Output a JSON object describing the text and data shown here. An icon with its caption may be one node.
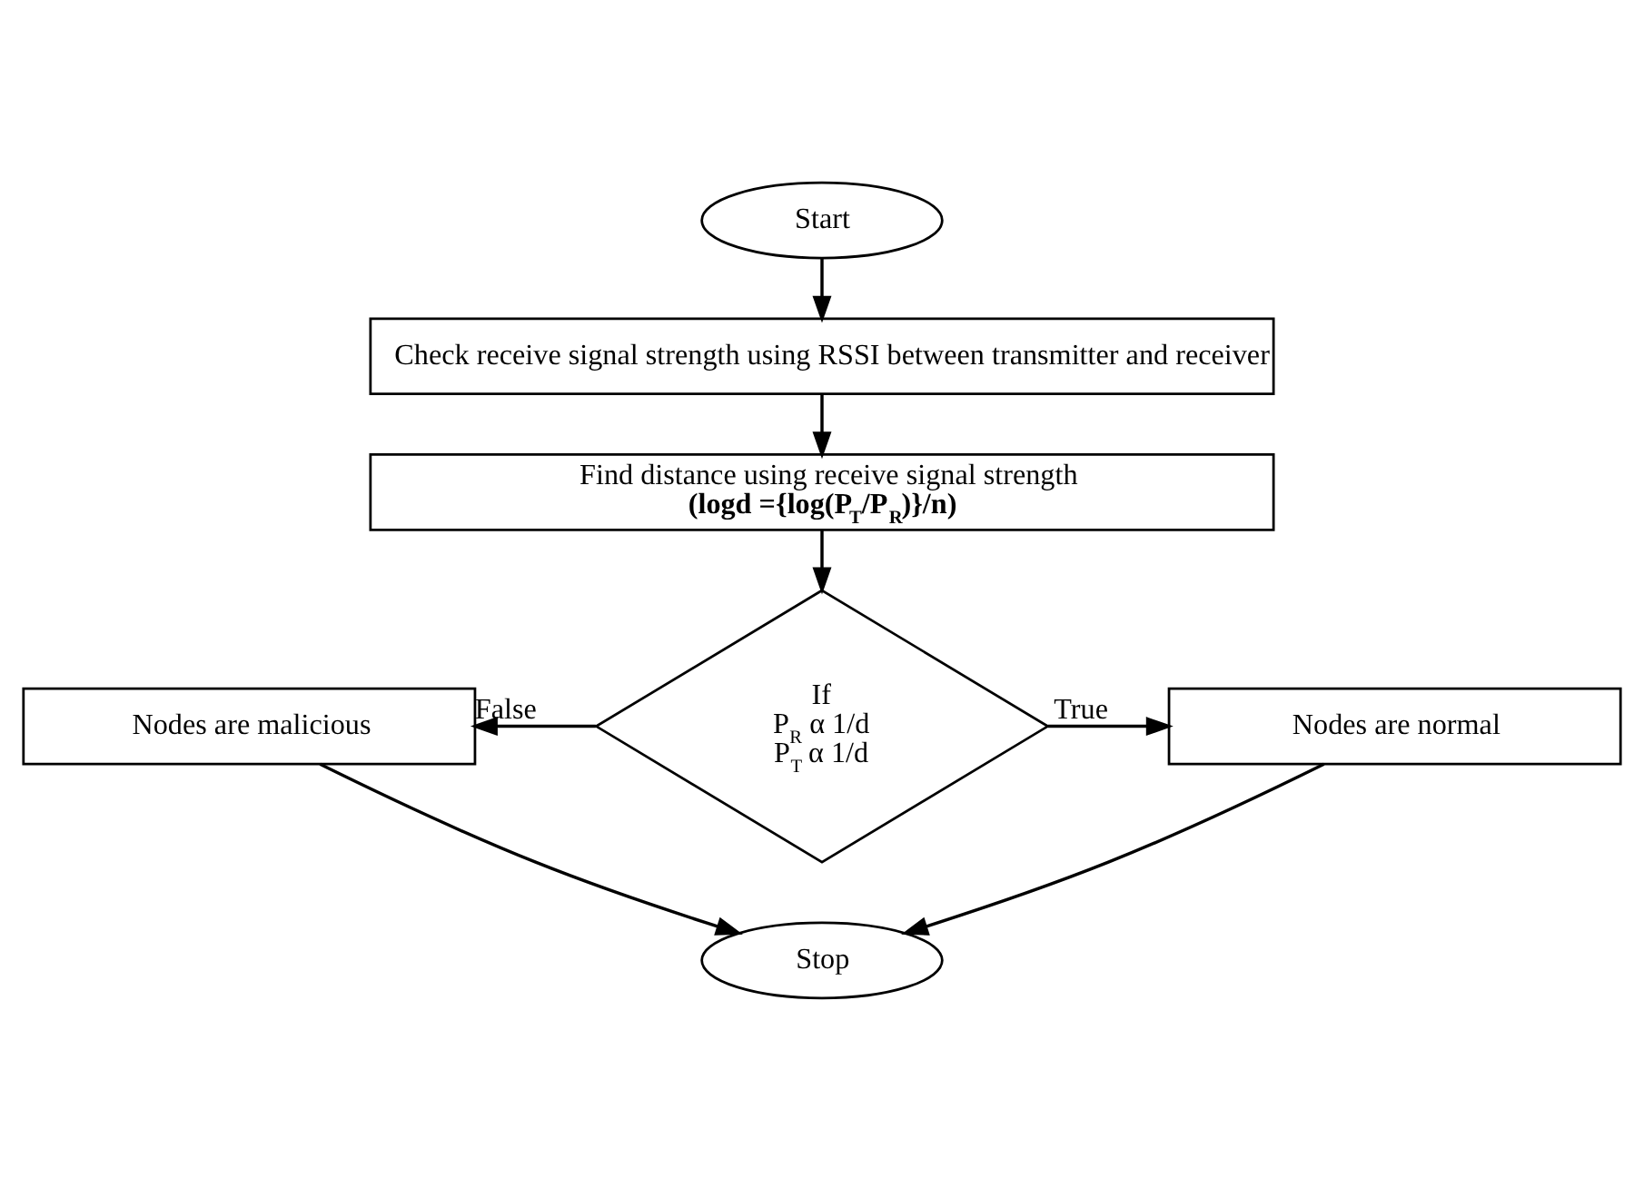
{
  "diagram": {
    "nodes": [
      {
        "text": [
          "Start"
        ]
      },
      {
        "text": [
          "Check receive signal strength using RSSI between transmitter and receiver"
        ]
      },
      {
        "text": [
          "Find distance using receive signal strength",
          "(logd ={log(P$_{T}$/P$_{R}$)}/n)"
        ]
      },
      {
        "text": [
          "If",
          "P$_{R}$ α 1/d",
          "P$_{T}$ α 1/d"
        ]
      },
      {
        "text": [
          "Nodes are malicious"
        ]
      },
      {
        "text": [
          "Nodes are normal"
        ]
      },
      {
        "text": [
          "Stop"
        ]
      }
    ],
    "edges": [
      {
        "from": 0,
        "to": 1,
        "arrow": "to"
      },
      {
        "from": 1,
        "to": 2,
        "arrow": "to"
      },
      {
        "from": 2,
        "to": 3,
        "arrow": "to"
      },
      {
        "from": 3,
        "to": 4,
        "arrow": "to",
        "label": "False"
      },
      {
        "from": 3,
        "to": 5,
        "arrow": "to",
        "label": "True"
      },
      {
        "from": 4,
        "to": 6,
        "arrow": "to"
      },
      {
        "from": 5,
        "to": 6,
        "arrow": "to"
      }
    ]
  }
}
